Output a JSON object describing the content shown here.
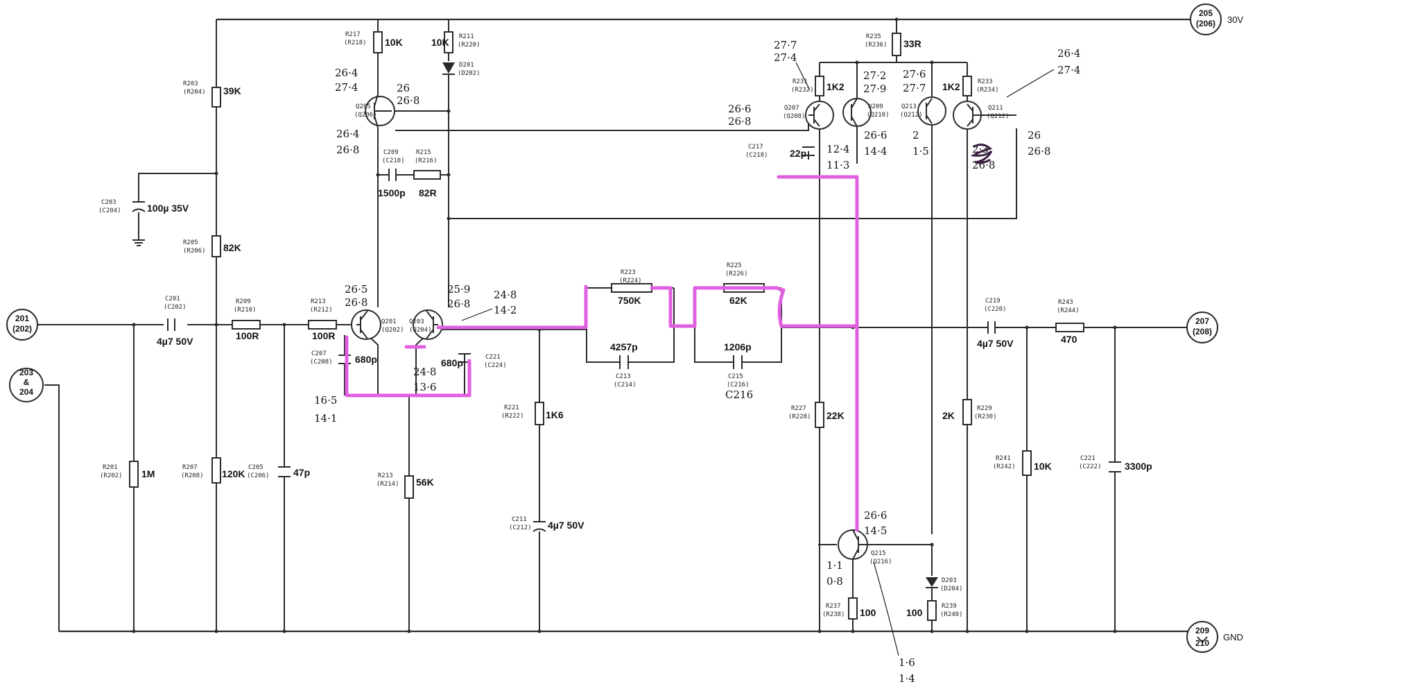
{
  "terminals": {
    "in": [
      "201",
      "(202)"
    ],
    "in2": [
      "203",
      "&",
      "204"
    ],
    "out": [
      "207",
      "(208)"
    ],
    "supply": [
      "205",
      "(206)"
    ],
    "gnd": [
      "209",
      "210"
    ],
    "supply_label": "30V",
    "gnd_label": "GND"
  },
  "components": {
    "r217": {
      "ref": [
        "R217",
        "(R218)"
      ],
      "value": "10K"
    },
    "r211": {
      "ref": [
        "R211",
        "(R220)"
      ],
      "value": "10K"
    },
    "d201": {
      "ref": [
        "D201",
        "(D202)"
      ]
    },
    "r203": {
      "ref": [
        "R203",
        "(R204)"
      ],
      "value": "39K"
    },
    "r205": {
      "ref": [
        "R205",
        "(R206)"
      ],
      "value": "82K"
    },
    "c203": {
      "ref": [
        "C203",
        "(C204)"
      ],
      "value": "100µ 35V"
    },
    "q205": {
      "ref": [
        "Q205",
        "(Q206)"
      ]
    },
    "c209": {
      "ref": [
        "C209",
        "(C210)"
      ],
      "value": "1500p"
    },
    "r215": {
      "ref": [
        "R215",
        "(R216)"
      ],
      "value": "82R"
    },
    "c201": {
      "ref": [
        "C201",
        "(C202)"
      ],
      "value": "4µ7 50V"
    },
    "r209": {
      "ref": [
        "R209",
        "(R210)"
      ],
      "value": "100R"
    },
    "r213": {
      "ref": [
        "R213",
        "(R212)"
      ],
      "value": "100R"
    },
    "q201": {
      "ref": [
        "Q201",
        "(Q202)"
      ]
    },
    "q203": {
      "ref": [
        "Q203",
        "(Q204)"
      ]
    },
    "c207": {
      "ref": [
        "C207",
        "(C208)"
      ],
      "value": "680p"
    },
    "c221": {
      "ref": [
        "C221",
        "(C224)"
      ],
      "value": "680p"
    },
    "r201": {
      "ref": [
        "R201",
        "(R202)"
      ],
      "value": "1M"
    },
    "r207": {
      "ref": [
        "R207",
        "(R208)"
      ],
      "value": "120K"
    },
    "c205": {
      "ref": [
        "C205",
        "(C206)"
      ],
      "value": "47p"
    },
    "r213b": {
      "ref": [
        "R213",
        "(R214)"
      ],
      "value": "56K"
    },
    "r221": {
      "ref": [
        "R221",
        "(R222)"
      ],
      "value": "1K6"
    },
    "c211": {
      "ref": [
        "C211",
        "(C212)"
      ],
      "value": "4µ7 50V"
    },
    "r223": {
      "ref": [
        "R223",
        "(R224)"
      ],
      "value": "750K"
    },
    "c213": {
      "ref": [
        "C213",
        "(C214)"
      ],
      "value": "4257p"
    },
    "r225": {
      "ref": [
        "R225",
        "(R226)"
      ],
      "value": "62K"
    },
    "c215": {
      "ref": [
        "C215",
        "(C216)"
      ],
      "value": "1206p"
    },
    "r235": {
      "ref": [
        "R235",
        "(R236)"
      ],
      "value": "33R"
    },
    "r231": {
      "ref": [
        "R231",
        "(R232)"
      ],
      "value": "1K2"
    },
    "r233": {
      "ref": [
        "R233",
        "(R234)"
      ],
      "value": "1K2"
    },
    "q207": {
      "ref": [
        "Q207",
        "(Q208)"
      ]
    },
    "q209": {
      "ref": [
        "Q209",
        "(Q210)"
      ]
    },
    "q213": {
      "ref": [
        "Q213",
        "(Q212)"
      ]
    },
    "q211": {
      "ref": [
        "Q211",
        "(Q212)"
      ]
    },
    "c217": {
      "ref": [
        "C217",
        "(C218)"
      ],
      "value": "22p"
    },
    "r227": {
      "ref": [
        "R227",
        "(R228)"
      ],
      "value": "22K"
    },
    "r229": {
      "ref": [
        "R229",
        "(R230)"
      ],
      "value": "2K"
    },
    "q215": {
      "ref": [
        "Q215",
        "(Q216)"
      ]
    },
    "d203": {
      "ref": [
        "D203",
        "(D204)"
      ]
    },
    "r237": {
      "ref": [
        "R237",
        "(R238)"
      ],
      "value": "100"
    },
    "r239": {
      "ref": [
        "R239",
        "(R240)"
      ],
      "value": "100"
    },
    "c219": {
      "ref": [
        "C219",
        "(C220)"
      ],
      "value": "4µ7 50V"
    },
    "r243": {
      "ref": [
        "R243",
        "(R244)"
      ],
      "value": "470"
    },
    "r241": {
      "ref": [
        "R241",
        "(R242)"
      ],
      "value": "10K"
    },
    "c221b": {
      "ref": [
        "C221",
        "(C222)"
      ],
      "value": "3300p"
    }
  },
  "annotations": {
    "q205_c": [
      "26·4",
      "27·4"
    ],
    "q205_b": [
      "26",
      "26·8"
    ],
    "q205_e": [
      "26·4",
      "26·8"
    ],
    "q201_c": [
      "26·5",
      "26·8"
    ],
    "q203_c": [
      "25·9",
      "26·8"
    ],
    "q203_e": [
      "24·8",
      "14·2"
    ],
    "q201_e": [
      "16·5",
      "14·1"
    ],
    "tail": [
      "24·8",
      "13·6"
    ],
    "q207_c": [
      "27·7",
      "27·4"
    ],
    "q207_b": [
      "26·6",
      "26·8"
    ],
    "q207_e": [
      "12·4",
      "11·3"
    ],
    "q209_c": [
      "27·2",
      "27·9"
    ],
    "q209_e": [
      "26·6",
      "14·4"
    ],
    "q213_c": [
      "27·6",
      "27·7"
    ],
    "q213_e": [
      "2",
      "1·5"
    ],
    "q211_e": [
      "2·3",
      "26·8"
    ],
    "q211_b": [
      "26",
      "26·8"
    ],
    "q211_top": [
      "26·4",
      "27·4"
    ],
    "q215_c": [
      "26·6",
      "14·5"
    ],
    "q215_b": [
      "1·1",
      "0·8"
    ],
    "bottom": [
      "1·6",
      "1·4"
    ],
    "c215_alt": "C216"
  }
}
